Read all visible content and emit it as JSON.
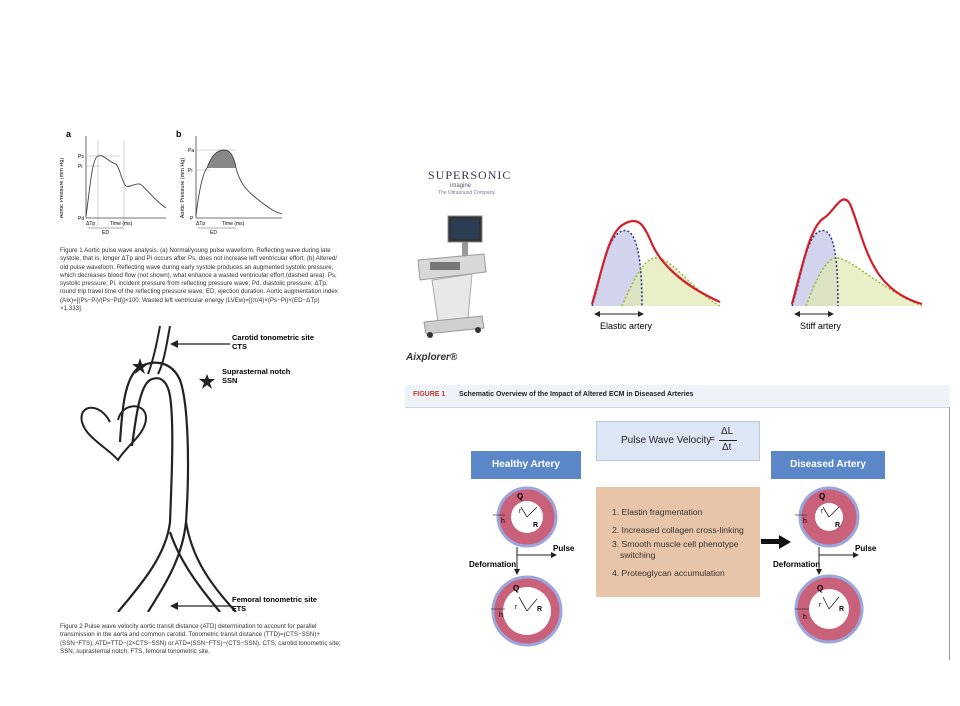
{
  "figure1": {
    "panel_a": "a",
    "panel_b": "b",
    "y_axis_label": "Aortic Pressure (mm Hg)",
    "x_axis_label": "Time (ms)",
    "pa": "Pa",
    "ps": "Ps",
    "pi": "Pi",
    "pd": "Pd",
    "p": "P",
    "delta_tp": "ΔTp",
    "ed": "ED",
    "caption": "Figure 1 Aortic pulse wave analysis. (a) Normal/young pulse waveform. Reflecting wave during late systole, that is, longer ΔTp and Pi occurs after Ps, does not increase left ventricular effort. (b) Altered/ old pulse waveform. Reflecting wave during early systole produces an augmented systolic pressure, which decreases blood flow (not shown), what enhance a wasted ventricular effort (dashed area). Ps, systolic pressure; Pi, incident pressure from reflecting pressure wave; Pd, diastolic pressure; ΔTp, round trip travel time of the reflecting pressure wave; ED, ejection duration. Aortic augmentation index (AIx)=[(Ps−Pi)/(Ps−Pd)]×100. Wasted left ventricular energy (LVEw)=[(π/4)×(Ps−Pi)×(ED−ΔTp) ×1.333]."
  },
  "figure2": {
    "carotid_label": "Carotid tonometric site",
    "carotid_abbr": "CTS",
    "ssn_label": "Suprasternal notch",
    "ssn_abbr": "SSN",
    "femoral_label": "Femoral tonometric site",
    "femoral_abbr": "FTS",
    "caption": "Figure 2 Pulse wave velocity aortic transit distance (ATD) determination to account for parallel transmission in the aorta and common carotid. Tonometric transit distance (TTD)=(CTS−SSN)+(SSN−FTS); ATD=TTD−(2×CTS−SSN) or ATD=(SSN−FTS)−(CTS−SSN). CTS, carotid tonometric site; SSN, suprasternal notch; FTS, femoral tonometric site."
  },
  "supersonic": {
    "logo_text": "SUPERSONIC",
    "logo_sub": "imagine",
    "logo_tag": "The Ultrasound Company",
    "product": "Aixplorer®"
  },
  "waveforms": {
    "elastic_label": "Elastic artery",
    "stiff_label": "Stiff artery"
  },
  "figure_ecm": {
    "fig_no": "FIGURE 1",
    "title": "Schematic Overview of the Impact of Altered ECM in Diseased Arteries",
    "pwv_label": "Pulse Wave Velocity",
    "pwv_num": "ΔL",
    "pwv_den": "Δt",
    "healthy": "Healthy Artery",
    "diseased": "Diseased Artery",
    "items": [
      "1. Elastin fragmentation",
      "2. Increased collagen cross-linking",
      "3. Smooth muscle cell phenotype",
      "switching",
      "4. Proteoglycan accumulation"
    ],
    "pulse": "Pulse",
    "deformation": "Deformation",
    "q": "Q",
    "r_small": "r",
    "r_big": "R",
    "h": "h",
    "sub0": "0"
  },
  "colors": {
    "accent_blue": "#5b87c9",
    "ecm_red": "#c0392b",
    "wall_pink": "#d4758a",
    "item_box": "#e8c4a8",
    "waveform_red": "#d11f2a"
  }
}
